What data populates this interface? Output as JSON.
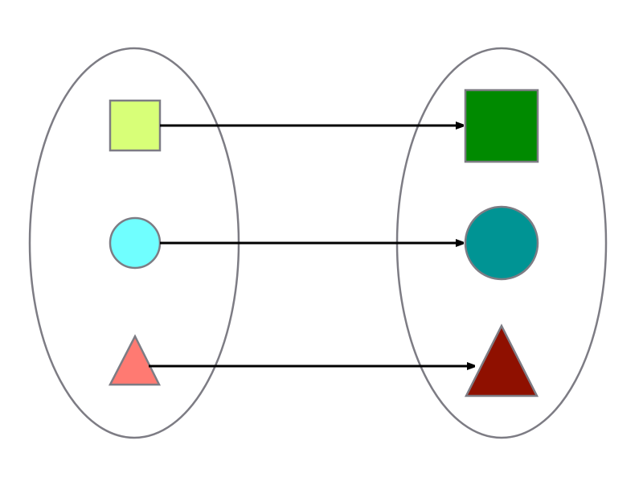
{
  "colors": {
    "set_outline": "#7d7c84",
    "shape_outline": "#7d7c84",
    "arrow": "#000000",
    "left_square": "#d8ff78",
    "left_circle": "#70ffff",
    "left_triangle": "#ff7a72",
    "right_square": "#008a00",
    "right_circle": "#009494",
    "right_triangle": "#8f1000"
  },
  "mappings": [
    {
      "from": "square",
      "to": "square"
    },
    {
      "from": "circle",
      "to": "circle"
    },
    {
      "from": "triangle",
      "to": "triangle"
    }
  ]
}
